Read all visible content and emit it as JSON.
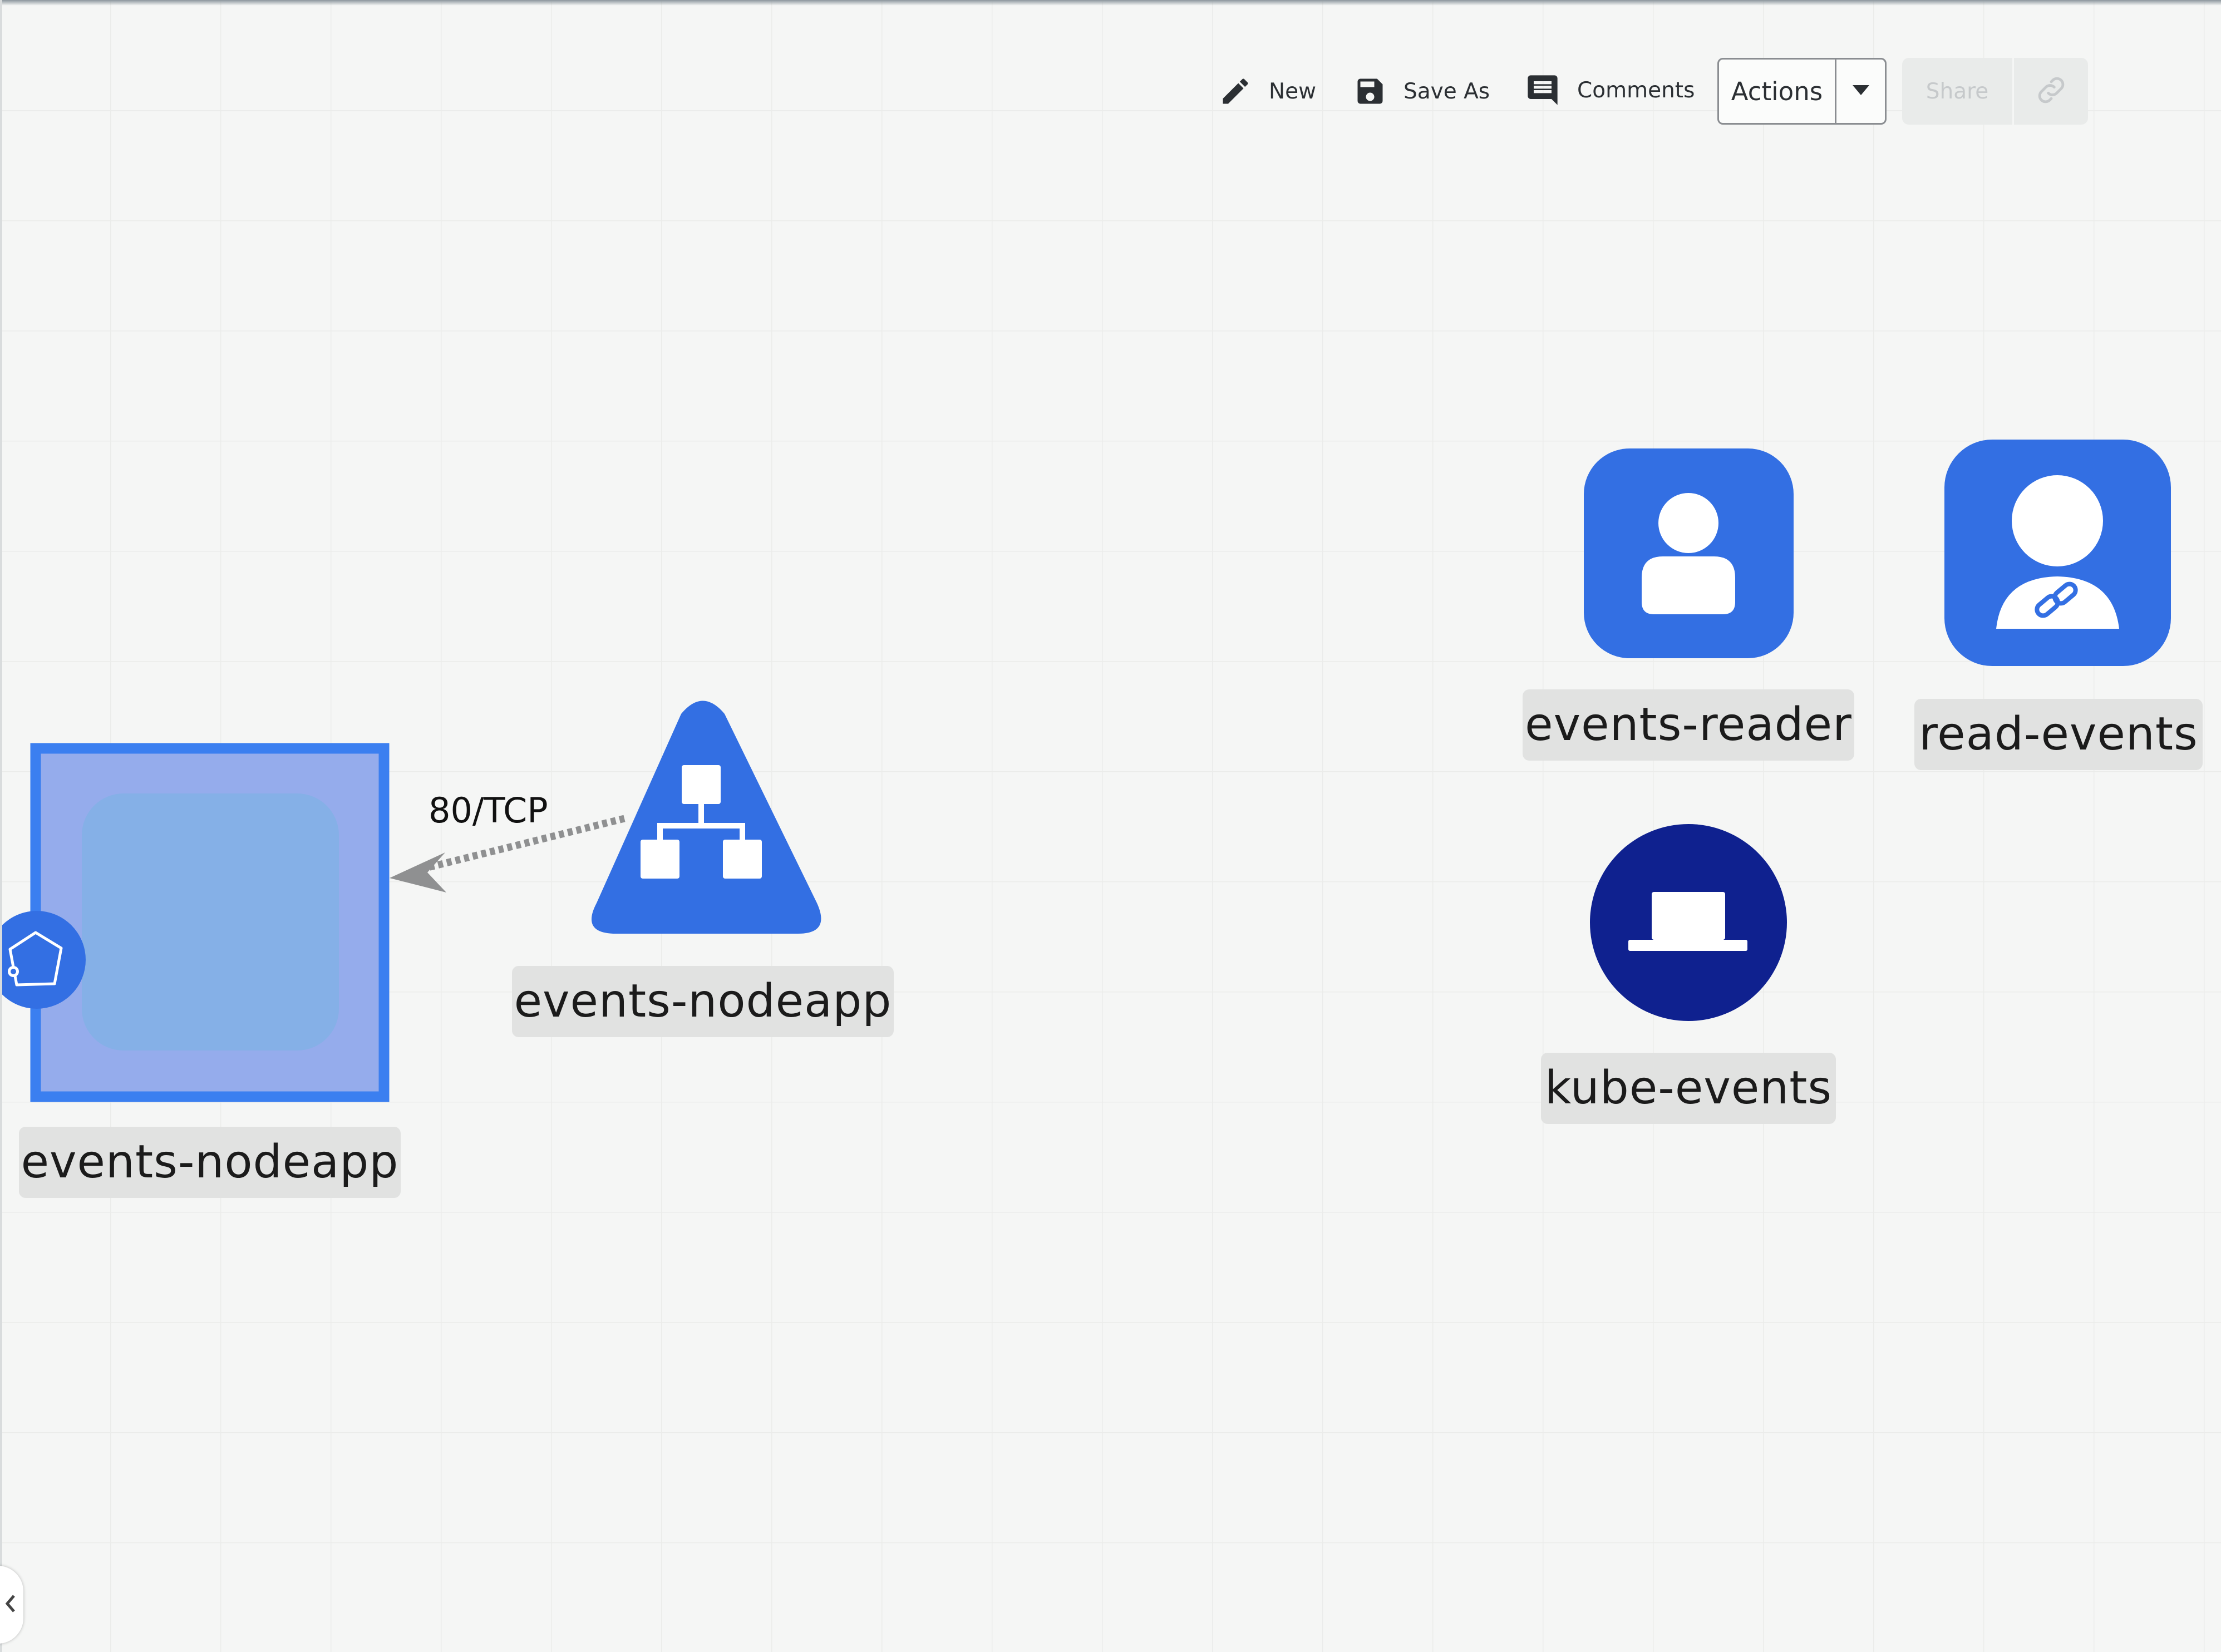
{
  "toolbar": {
    "new_label": "New",
    "save_as_label": "Save As",
    "comments_label": "Comments",
    "actions_label": "Actions",
    "share_label": "Share",
    "new_icon": "pencil-icon",
    "save_as_icon": "floppy-disk-icon",
    "comments_icon": "comment-icon",
    "actions_dropdown_icon": "caret-down-icon",
    "share_link_icon": "link-icon"
  },
  "topology": {
    "deployment": {
      "label": "events-nodeapp",
      "icon": "deployment-box-icon",
      "badge_icon": "pentagon-badge-icon"
    },
    "service": {
      "label": "events-nodeapp",
      "icon": "service-network-icon"
    },
    "connection": {
      "label": "80/TCP"
    },
    "service_account": {
      "label": "events-reader",
      "icon": "user-icon"
    },
    "role_binding": {
      "label": "read-events",
      "icon": "user-link-icon"
    },
    "namespace": {
      "label": "kube-events",
      "icon": "hat-icon"
    }
  },
  "colors": {
    "background": "#f5f6f5",
    "grid": "#ebecea",
    "node_blue": "#336fe3",
    "namespace_navy": "#0f218f",
    "deployment_fill": "#95acec",
    "deployment_inner": "#85b0e7",
    "deployment_border": "#3b7ff0",
    "label_bg": "#e1e2e1",
    "edge_gray": "#8f9091"
  }
}
